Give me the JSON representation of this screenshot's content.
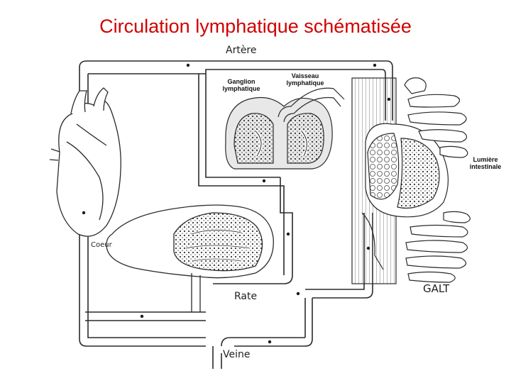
{
  "title": "Circulation lymphatique schématisée",
  "labels": {
    "artere": "Artère",
    "ganglion_line1": "Ganglion",
    "ganglion_line2": "lymphatique",
    "vaisseau_line1": "Vaisseau",
    "vaisseau_line2": "lymphatique",
    "lumiere_line1": "Lumière",
    "lumiere_line2": "intestinale",
    "coeur": "Coeur",
    "rate": "Rate",
    "galt": "GALT",
    "veine": "Veine"
  },
  "colors": {
    "title": "#d00000",
    "line": "#2a2a2a",
    "vessel_fill": "#f2f2f2",
    "tissue_dark": "#3a3a3a"
  }
}
